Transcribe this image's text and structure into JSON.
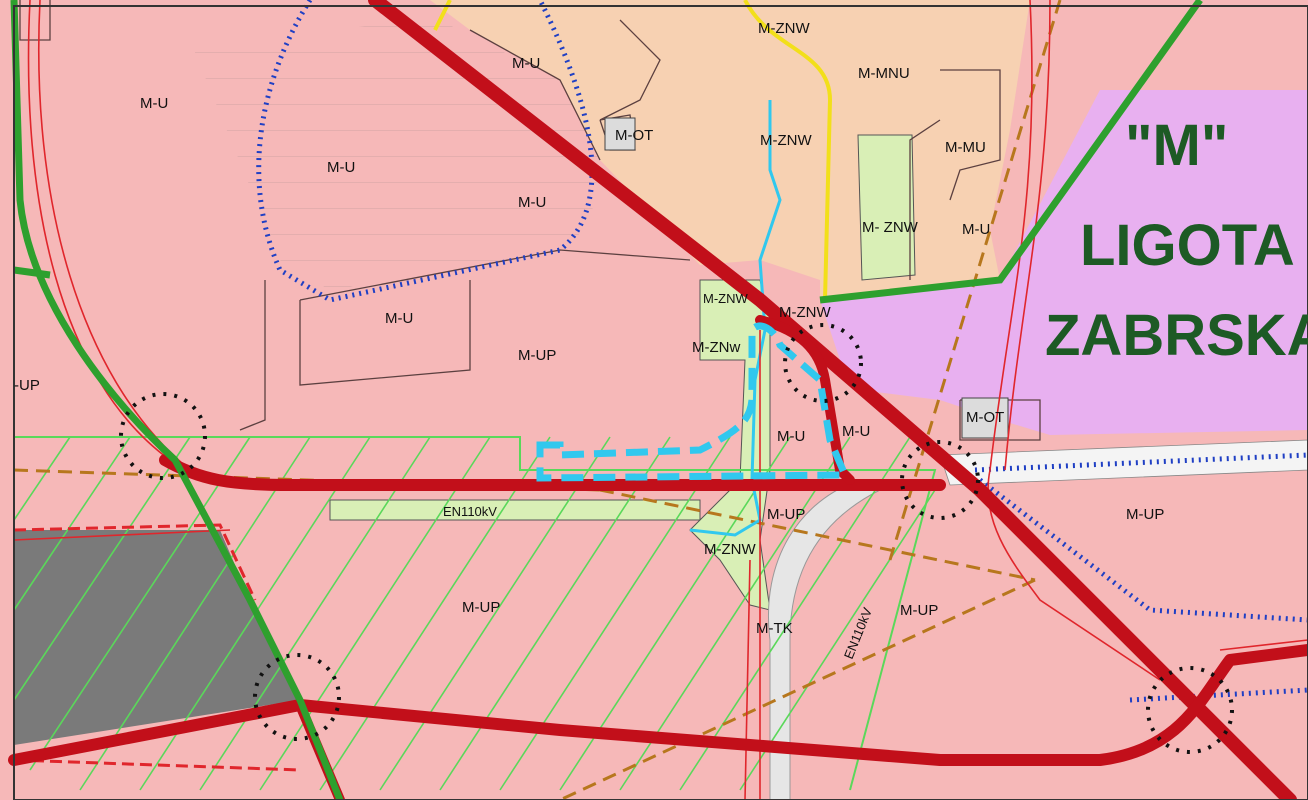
{
  "colors": {
    "residential": "#f6b8b8",
    "mixed": "#f7d1b2",
    "greenery": "#d9efb6",
    "violet": "#e8b0f0",
    "gray_area": "#7a7a7a",
    "main_road": "#c20f1a",
    "secondary_road": "#e0262c",
    "boundary_green": "#2ea02e",
    "hatch_green": "#5ad85a",
    "blue_dots": "#1f3fc4",
    "cyan": "#31c8ee",
    "brown_dash": "#b7771d",
    "yellow": "#f2df1a",
    "black_dots": "#111111"
  },
  "district": {
    "line1": "\"M\"",
    "line2": "LIGOTA",
    "line3": "ZABRSKA"
  },
  "zones": {
    "mu_top": "M-U",
    "mu_west": "M-U",
    "mu_hatch": "M-U",
    "mu_north": "M-U",
    "mu_center": "M-U",
    "mup_center": "M-UP",
    "mup_west": "-UP",
    "mup_south": "M-UP",
    "mup_east": "M-UP",
    "mup_se": "M-UP",
    "mup_junction": "M-UP",
    "mznw_top": "M-ZNW",
    "mznw_stream": "M-ZNW",
    "mznw_right": "M- ZNW",
    "mznw_a": "M-ZNW",
    "mznw_b": "M-ZNW",
    "mznw_c": "M-ZNw",
    "mznw_bottom": "M-ZNW",
    "mmnu": "M-MNU",
    "mmu": "M-MU",
    "mu_right": "M-U",
    "mot_left": "M-OT",
    "mot_right": "M-OT",
    "mu_d": "M-U",
    "mtk": "M-TK"
  },
  "lines": {
    "en_west": "EN110kV",
    "en_east": "EN110kV"
  }
}
